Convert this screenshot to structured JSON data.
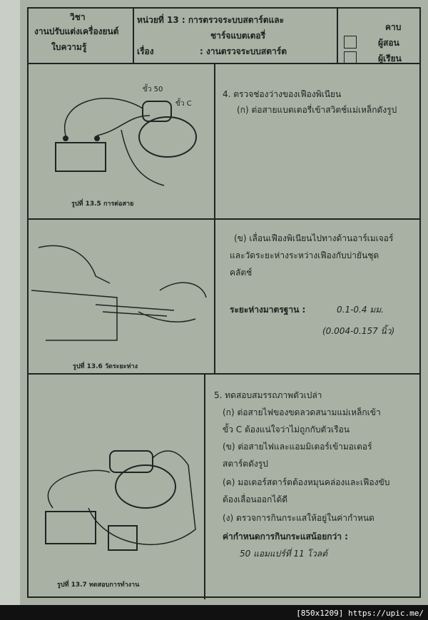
{
  "header": {
    "subject_label": "วิชา",
    "subject": "งานปรับแต่งเครื่องยนต์",
    "doc_type": "ใบความรู้",
    "unit": "หน่วยที่ 13 : การตรวจระบบสตาร์ตและ",
    "unit_cont": "ชาร์จแบตเตอรี่",
    "topic_label": "เรื่อง",
    "topic": ": งานตรวจระบบสตาร์ต",
    "period": "คาบ",
    "teacher": "ผู้สอน",
    "learner": "ผู้เรียน"
  },
  "fig1": {
    "caption": "รูปที่ 13.5  การต่อสาย",
    "label_50": "ขั้ว 50",
    "label_c": "ขั้ว C"
  },
  "fig2": {
    "caption": "รูปที่ 13.6  วัดระยะห่าง"
  },
  "fig3": {
    "caption": "รูปที่ 13.7  ทดสอบการทำงาน"
  },
  "sec4": {
    "title": "4.  ตรวจช่องว่างของเฟืองพิเนียน",
    "a": "(ก) ต่อสายแบตเตอรี่เข้าสวิตช์แม่เหล็กดังรูป",
    "b1": "(ข) เลื่อนเฟืองพิเนียนไปทางด้านอาร์เมเจอร์",
    "b2": "และวัดระยะห่างระหว่างเฟืองกับบ่ายันชุด",
    "b3": "คลัตช์",
    "std_label": "ระยะห่างมาตรฐาน  :",
    "std_mm": "0.1-0.4    มม.",
    "std_in": "(0.004-0.157 นิ้ว)"
  },
  "sec5": {
    "title": "5.  ทดสอบสมรรถภาพตัวเปล่า",
    "a1": "(ก) ต่อสายไฟของขดลวดสนามแม่เหล็กเข้า",
    "a2": "ขั้ว C ต้องแน่ใจว่าไม่ถูกกับตัวเรือน",
    "b1": "(ข) ต่อสายไฟและแอมมิเตอร์เข้ามอเตอร์",
    "b2": "สตาร์ตดังรูป",
    "c1": "(ค) มอเตอร์สตาร์ตต้องหมุนคล่องและเฟืองขับ",
    "c2": "ต้องเลื่อนออกได้ดี",
    "d": "(ง) ตรวจการกินกระแสให้อยู่ในค่ากำหนด",
    "spec_label": "ค่ากำหนดการกินกระแสน้อยกว่า :",
    "spec": "50 แอมแปร์ที่ 11 โวลต์"
  },
  "footer": "[850x1209] https://upic.me/"
}
